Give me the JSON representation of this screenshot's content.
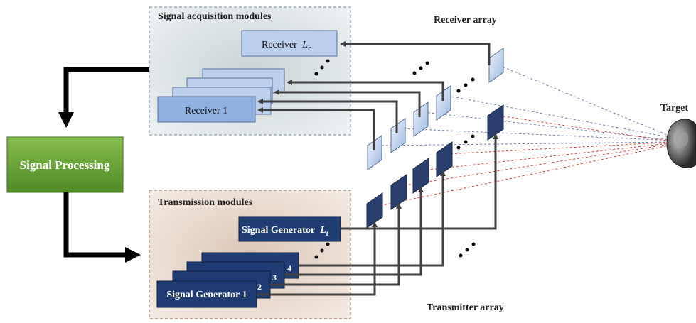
{
  "acquisition": {
    "title": "Signal acquisition modules",
    "receiver_last": "Receiver",
    "receiver_last_sub": "r",
    "receiver_first": "Receiver 1"
  },
  "transmission": {
    "title": "Transmission modules",
    "generator_last": "Signal Generator",
    "generator_last_sub": "t",
    "generator_first": "Signal Generator 1",
    "stack_numbers": [
      "2",
      "3",
      "4"
    ]
  },
  "processing": {
    "label": "Signal Processing"
  },
  "arrays": {
    "receiver_label": "Receiver array",
    "transmitter_label": "Transmitter array"
  },
  "target": {
    "label": "Target"
  },
  "colors": {
    "acq_bg": "#dfe7ea",
    "tx_bg": "#eadcd2",
    "receiver_fill": "#bcd0ee",
    "receiver_dark": "#8fb0e0",
    "generator_fill": "#1f3d73",
    "processing": "#6aa33a",
    "tx_element": "#2b3f6e",
    "rx_beam": "#5a6fa8",
    "tx_beam": "#e03a3a",
    "arrow": "#404040"
  }
}
